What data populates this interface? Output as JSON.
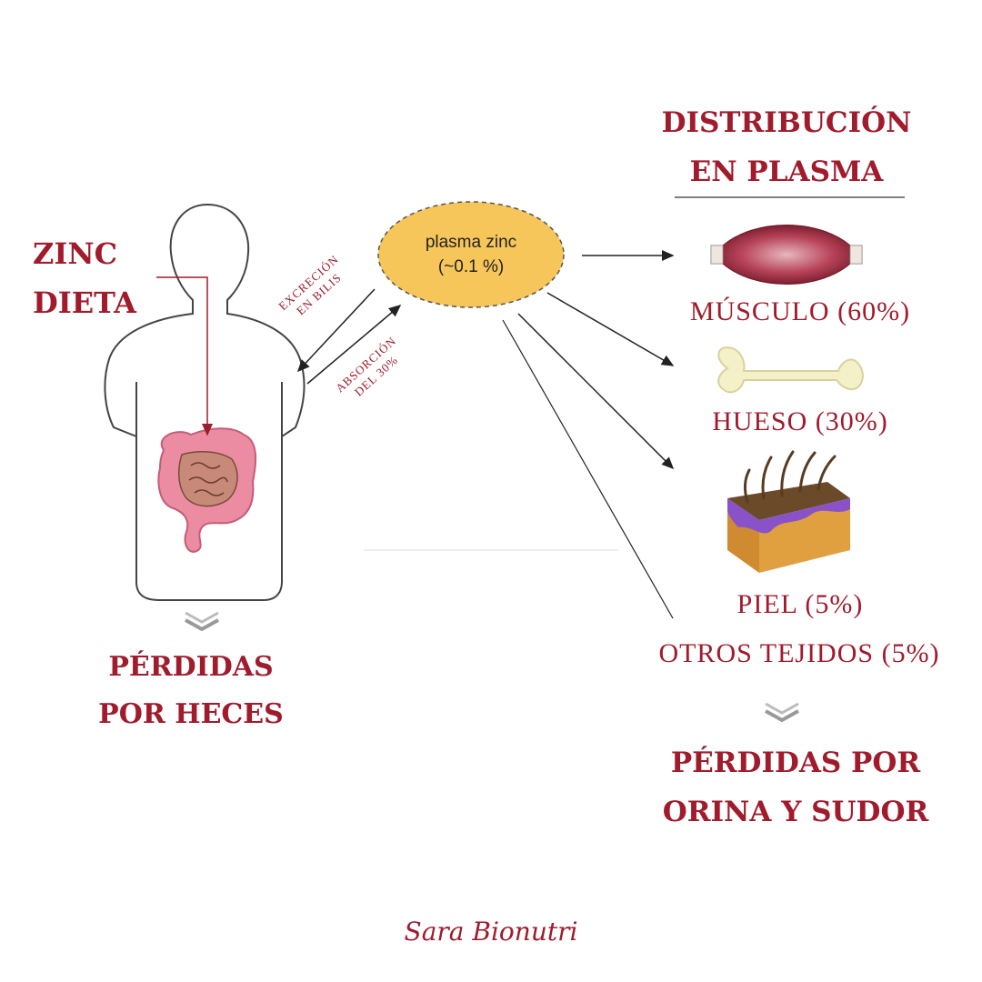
{
  "left": {
    "zinc_dieta_line1": "ZINC",
    "zinc_dieta_line2": "DIETA",
    "perdidas_heces_line1": "PÉRDIDAS",
    "perdidas_heces_line2": "POR HECES"
  },
  "center": {
    "plasma_line1": "plasma zinc",
    "plasma_line2": "(~0.1 %)",
    "excrecion_line1": "EXCRECIÓN",
    "excrecion_line2": "EN BILIS",
    "absorcion_line1": "ABSORCIÓN",
    "absorcion_line2": "DEL 30%"
  },
  "right": {
    "heading_line1": "DISTRIBUCIÓN",
    "heading_line2": "EN PLASMA",
    "musculo": "MÚSCULO (60%)",
    "hueso": "HUESO (30%)",
    "piel": "PIEL (5%)",
    "otros": "OTROS TEJIDOS (5%)",
    "perdidas_line1": "PÉRDIDAS POR",
    "perdidas_line2": "ORINA Y SUDOR"
  },
  "signature": "Sara Bionutri",
  "colors": {
    "accent": "#a01b2c",
    "plasma_fill": "#f7c65a",
    "intestine": "#ec8ca2",
    "muscle": "#9c2a3b",
    "bone": "#f4f0c8",
    "skin_purple": "#8a52c8",
    "skin_orange": "#e0a040"
  }
}
